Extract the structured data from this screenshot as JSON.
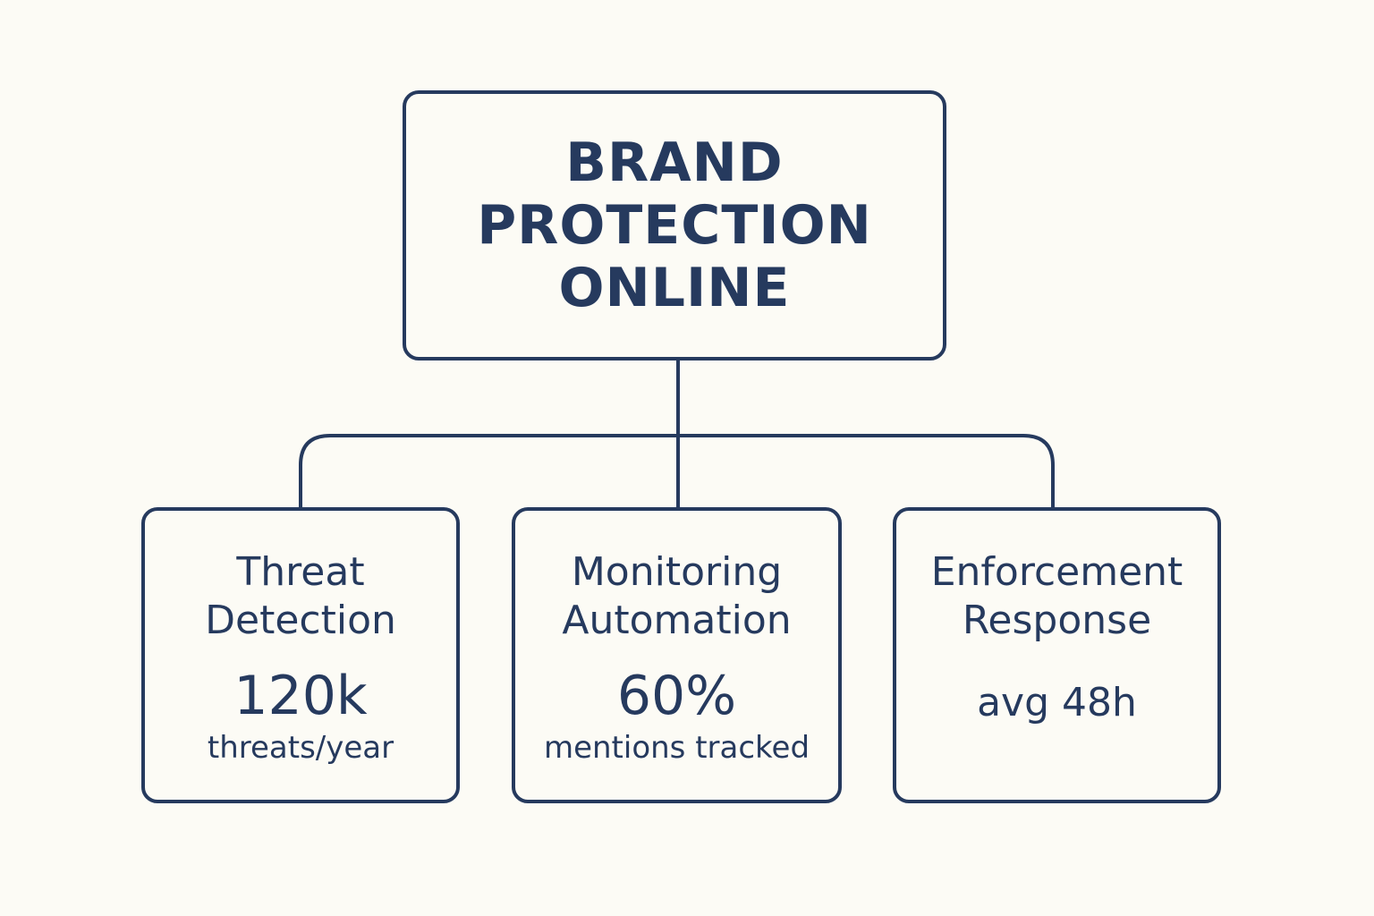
{
  "root": {
    "lines": [
      "BRAND",
      "PROTECTION",
      "ONLINE"
    ]
  },
  "children": [
    {
      "title_lines": [
        "Threat",
        "Detection"
      ],
      "metric": "120k",
      "sub": "threats/year"
    },
    {
      "title_lines": [
        "Monitoring",
        "Automation"
      ],
      "metric": "60%",
      "sub": "mentions tracked"
    },
    {
      "title_lines": [
        "Enforcement",
        "Response"
      ],
      "metric": "avg 48h",
      "sub": ""
    }
  ],
  "colors": {
    "stroke": "#263a5e",
    "text": "#263a5e",
    "background": "#fcfbf5"
  }
}
